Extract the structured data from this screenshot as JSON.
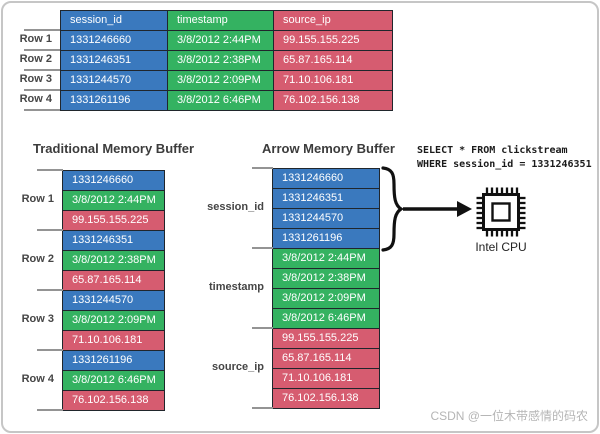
{
  "colors": {
    "blue": "#3a79be",
    "green": "#34b261",
    "red": "#d65c70",
    "cell_border": "#20262c",
    "tick_gray": "#949494",
    "label_dark": "#3c3c3c",
    "watermark_gray": "#b5b5b5"
  },
  "top_table": {
    "row_labels": [
      "Row 1",
      "Row 2",
      "Row 3",
      "Row 4"
    ],
    "columns": [
      {
        "header": "session_id",
        "color": "blue",
        "values": [
          "1331246660",
          "1331246351",
          "1331244570",
          "1331261196"
        ]
      },
      {
        "header": "timestamp",
        "color": "green",
        "values": [
          "3/8/2012 2:44PM",
          "3/8/2012 2:38PM",
          "3/8/2012 2:09PM",
          "3/8/2012 6:46PM"
        ]
      },
      {
        "header": "source_ip",
        "color": "red",
        "values": [
          "99.155.155.225",
          "65.87.165.114",
          "71.10.106.181",
          "76.102.156.138"
        ]
      }
    ]
  },
  "traditional": {
    "title": "Traditional Memory Buffer",
    "row_labels": [
      "Row 1",
      "Row 2",
      "Row 3",
      "Row 4"
    ],
    "cells": [
      {
        "text": "1331246660",
        "color": "blue"
      },
      {
        "text": "3/8/2012 2:44PM",
        "color": "green"
      },
      {
        "text": "99.155.155.225",
        "color": "red"
      },
      {
        "text": "1331246351",
        "color": "blue"
      },
      {
        "text": "3/8/2012 2:38PM",
        "color": "green"
      },
      {
        "text": "65.87.165.114",
        "color": "red"
      },
      {
        "text": "1331244570",
        "color": "blue"
      },
      {
        "text": "3/8/2012 2:09PM",
        "color": "green"
      },
      {
        "text": "71.10.106.181",
        "color": "red"
      },
      {
        "text": "1331261196",
        "color": "blue"
      },
      {
        "text": "3/8/2012 6:46PM",
        "color": "green"
      },
      {
        "text": "76.102.156.138",
        "color": "red"
      }
    ]
  },
  "arrow": {
    "title": "Arrow Memory Buffer",
    "col_labels": [
      "session_id",
      "timestamp",
      "source_ip"
    ],
    "cells": [
      {
        "text": "1331246660",
        "color": "blue"
      },
      {
        "text": "1331246351",
        "color": "blue"
      },
      {
        "text": "1331244570",
        "color": "blue"
      },
      {
        "text": "1331261196",
        "color": "blue"
      },
      {
        "text": "3/8/2012 2:44PM",
        "color": "green"
      },
      {
        "text": "3/8/2012 2:38PM",
        "color": "green"
      },
      {
        "text": "3/8/2012 2:09PM",
        "color": "green"
      },
      {
        "text": "3/8/2012 6:46PM",
        "color": "green"
      },
      {
        "text": "99.155.155.225",
        "color": "red"
      },
      {
        "text": "65.87.165.114",
        "color": "red"
      },
      {
        "text": "71.10.106.181",
        "color": "red"
      },
      {
        "text": "76.102.156.138",
        "color": "red"
      }
    ]
  },
  "query": {
    "line1": "SELECT * FROM clickstream",
    "line2": "WHERE session_id = 1331246351"
  },
  "cpu": {
    "label": "Intel CPU"
  },
  "watermark": "CSDN @一位木带感情的码农"
}
